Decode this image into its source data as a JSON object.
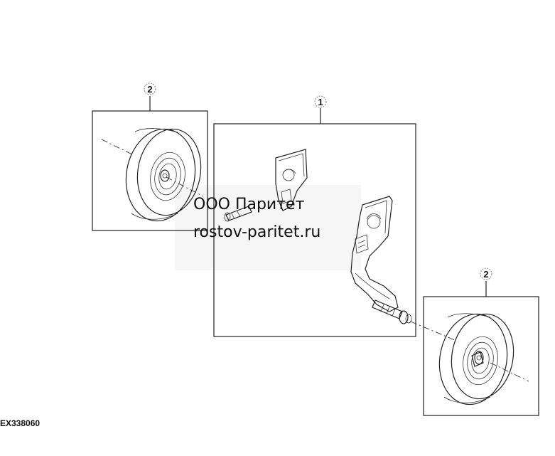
{
  "callouts": {
    "assembly": "1",
    "wheel_left": "2",
    "wheel_right": "2"
  },
  "figure_id": "EX338060",
  "watermark": {
    "line1": "ООО Паритет",
    "line2": "rostov-paritet.ru"
  },
  "colors": {
    "line": "#222222",
    "background": "#ffffff",
    "watermark_panel": "#f2f2f2"
  }
}
